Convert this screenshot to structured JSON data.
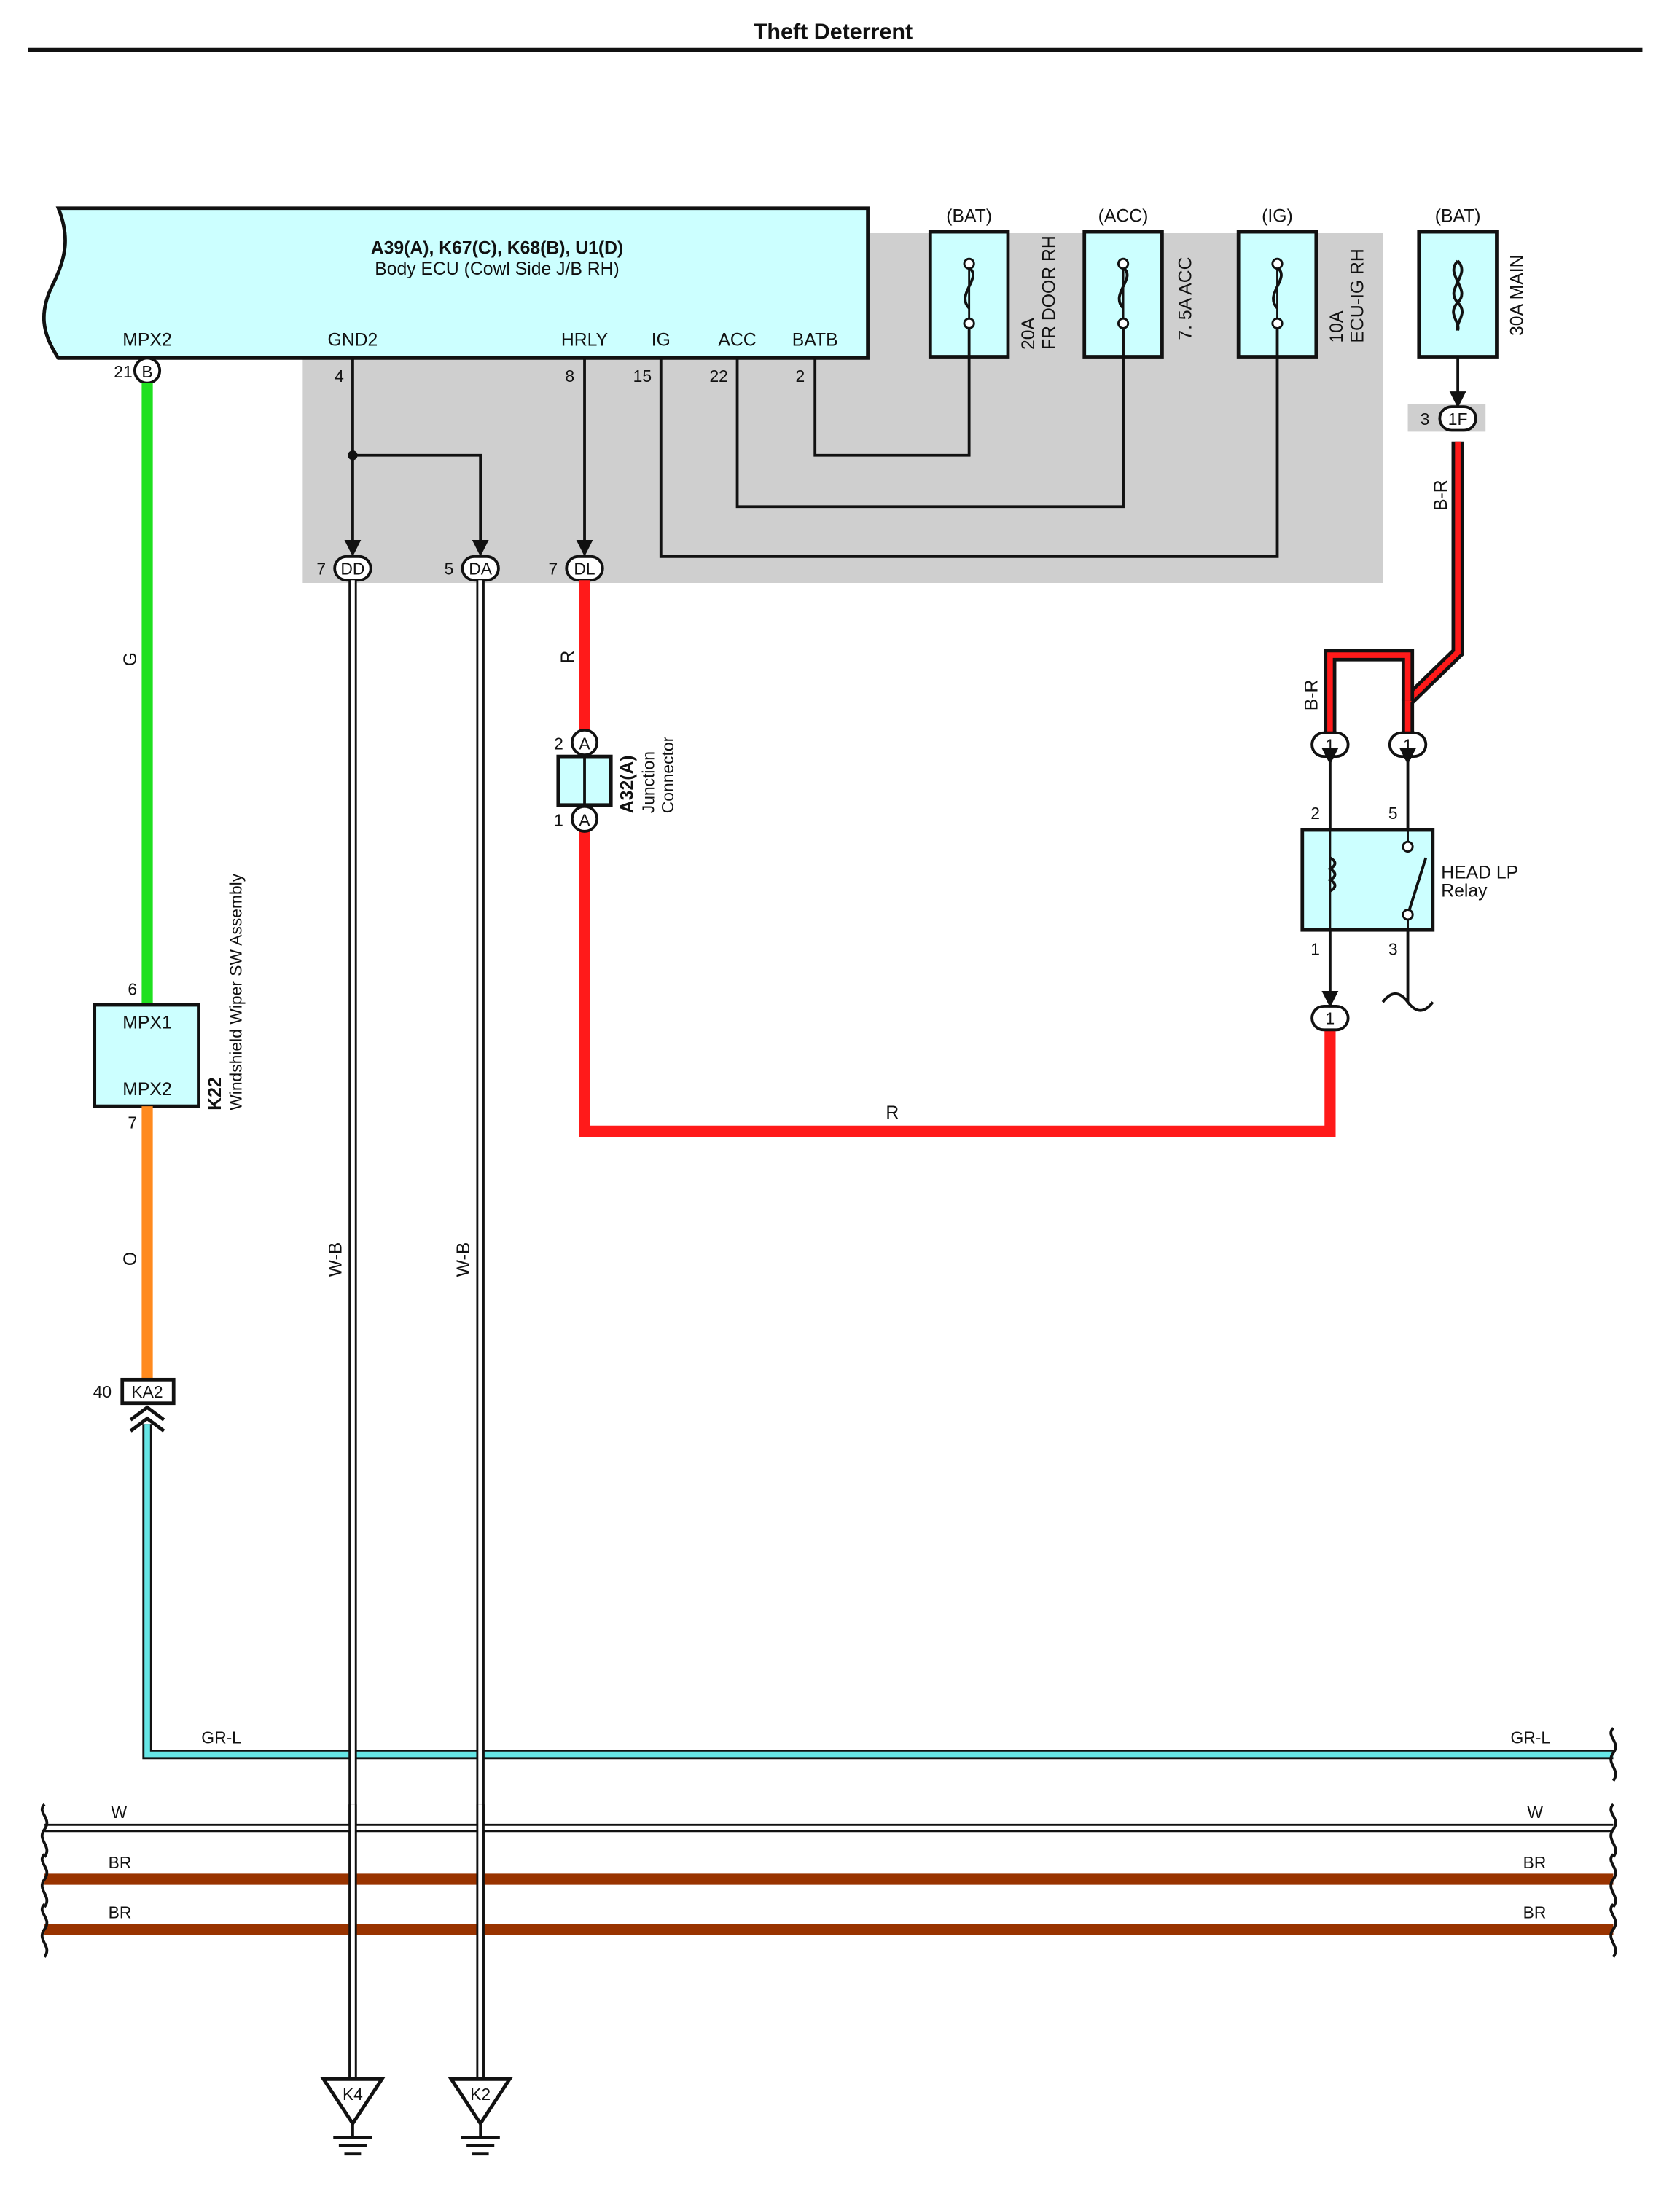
{
  "title": "Theft Deterrent",
  "colors": {
    "ecu_fill": "#ccffff",
    "shade": "#cfcfcf",
    "green": "#1fe01f",
    "orange": "#ff8a1e",
    "red": "#ff1a1a",
    "brown": "#993300",
    "light_blue": "#66e6e6"
  },
  "ecu": {
    "codes": "A39(A), K67(C), K68(B), U1(D)",
    "name": "Body ECU (Cowl Side J/B RH)",
    "pins": {
      "mpx2": "MPX2",
      "gnd2": "GND2",
      "hrly": "HRLY",
      "ig": "IG",
      "acc": "ACC",
      "batb": "BATB"
    },
    "pin_numbers": {
      "mpx2": "21",
      "gnd2": "4",
      "hrly": "8",
      "ig": "15",
      "acc": "22",
      "batb": "2"
    },
    "mpx2_connector": "B"
  },
  "fuses": [
    {
      "source": "(BAT)",
      "label_line1": "20A",
      "label_line2": "FR DOOR RH"
    },
    {
      "source": "(ACC)",
      "label_line1": "7. 5A ACC",
      "label_line2": ""
    },
    {
      "source": "(IG)",
      "label_line1": "10A",
      "label_line2": "ECU-IG RH"
    },
    {
      "source": "(BAT)",
      "label_line1": "30A MAIN",
      "label_line2": ""
    }
  ],
  "connectors": {
    "dd": {
      "code": "DD",
      "pin": "7"
    },
    "da": {
      "code": "DA",
      "pin": "5"
    },
    "dl": {
      "code": "DL",
      "pin": "7"
    },
    "f1": {
      "code": "1F",
      "pin": "3"
    },
    "ka2": {
      "code": "KA2",
      "pin": "40"
    },
    "relay_pin": "1"
  },
  "wires": {
    "g": "G",
    "o": "O",
    "r": "R",
    "wb": "W-B",
    "br_main": "B-R",
    "grl": "GR-L",
    "w": "W",
    "br": "BR"
  },
  "junction": {
    "code": "A32(A)",
    "line1": "Junction",
    "line2": "Connector",
    "top_pin": "2",
    "bottom_pin": "1",
    "connector": "A"
  },
  "relay": {
    "name_line1": "HEAD LP",
    "name_line2": "Relay",
    "pin_tl": "2",
    "pin_tr": "5",
    "pin_bl": "1",
    "pin_br": "3"
  },
  "wiper": {
    "code": "K22",
    "name": "Windshield Wiper SW Assembly",
    "pin_top": "6",
    "pin_bottom": "7",
    "label_top": "MPX1",
    "label_bottom": "MPX2"
  },
  "grounds": [
    {
      "code": "K4"
    },
    {
      "code": "K2"
    }
  ]
}
